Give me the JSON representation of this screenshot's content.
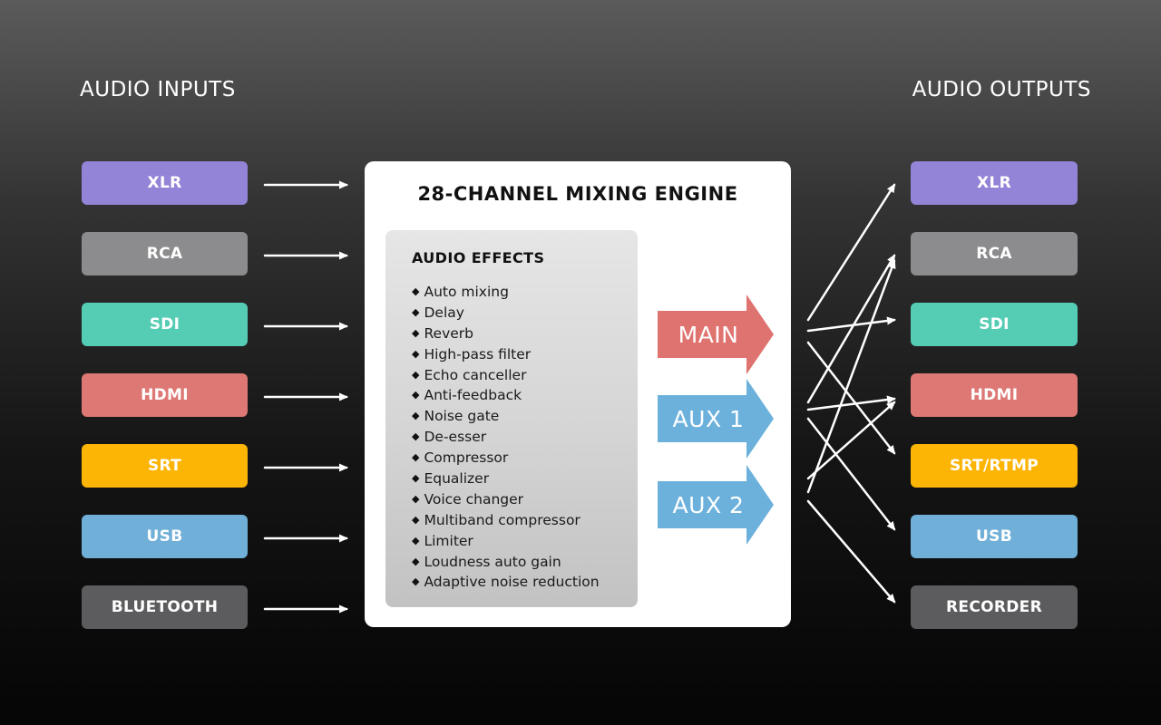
{
  "titles": {
    "inputs": "AUDIO INPUTS",
    "outputs": "AUDIO OUTPUTS"
  },
  "inputs": [
    {
      "label": "XLR",
      "color": "#9484d7"
    },
    {
      "label": "RCA",
      "color": "#8c8c8e"
    },
    {
      "label": "SDI",
      "color": "#55ccb4"
    },
    {
      "label": "HDMI",
      "color": "#dd7874"
    },
    {
      "label": "SRT",
      "color": "#fcb405"
    },
    {
      "label": "USB",
      "color": "#70b0d8"
    },
    {
      "label": "BLUETOOTH",
      "color": "#5c5c5e"
    }
  ],
  "engine": {
    "title": "28-CHANNEL MIXING ENGINE",
    "effects_title": "AUDIO EFFECTS",
    "bullet": "◆",
    "effects": [
      "Auto mixing",
      "Delay",
      "Reverb",
      "High-pass filter",
      "Echo canceller",
      "Anti-feedback",
      "Noise gate",
      "De-esser",
      "Compressor",
      "Equalizer",
      "Voice changer",
      "Multiband compressor",
      "Limiter",
      "Loudness auto gain",
      "Adaptive noise reduction"
    ]
  },
  "buses": [
    {
      "label": "MAIN",
      "color": "#df7370"
    },
    {
      "label": "AUX 1",
      "color": "#6cb1dc"
    },
    {
      "label": "AUX 2",
      "color": "#6cb1dc"
    }
  ],
  "outputs": [
    {
      "label": "XLR",
      "color": "#9484d7"
    },
    {
      "label": "RCA",
      "color": "#8c8c8e"
    },
    {
      "label": "SDI",
      "color": "#55ccb4"
    },
    {
      "label": "HDMI",
      "color": "#dd7874"
    },
    {
      "label": "SRT/RTMP",
      "color": "#fcb405"
    },
    {
      "label": "USB",
      "color": "#70b0d8"
    },
    {
      "label": "RECORDER",
      "color": "#5c5c5e"
    }
  ],
  "routing": [
    {
      "from": "MAIN",
      "to": "XLR"
    },
    {
      "from": "MAIN",
      "to": "SDI"
    },
    {
      "from": "MAIN",
      "to": "SRT/RTMP"
    },
    {
      "from": "AUX 1",
      "to": "RCA"
    },
    {
      "from": "AUX 1",
      "to": "HDMI"
    },
    {
      "from": "AUX 1",
      "to": "USB"
    },
    {
      "from": "AUX 2",
      "to": "RCA"
    },
    {
      "from": "AUX 2",
      "to": "HDMI"
    },
    {
      "from": "AUX 2",
      "to": "RECORDER"
    }
  ],
  "arrow_color": "#ffffff"
}
